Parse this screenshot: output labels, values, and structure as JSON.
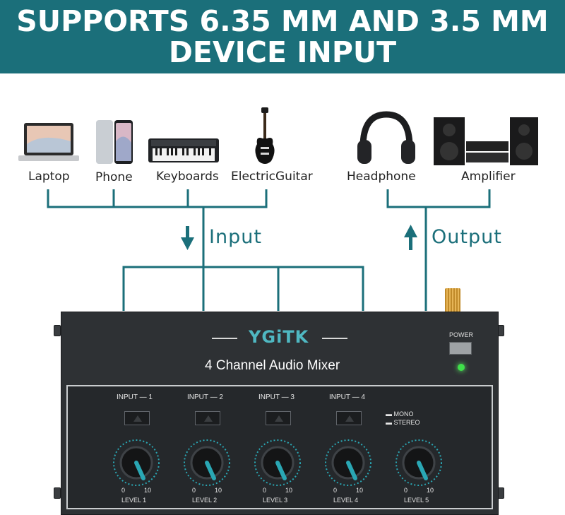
{
  "banner": {
    "line1": "SUPPORTS 6.35 MM AND 3.5 MM",
    "line2": "DEVICE INPUT"
  },
  "inputs": {
    "devices": [
      "Laptop",
      "Phone",
      "Keyboards",
      "ElectricGuitar"
    ],
    "flow_label": "Input"
  },
  "outputs": {
    "devices": [
      "Headphone",
      "Amplifier"
    ],
    "flow_label": "Output"
  },
  "mixer": {
    "brand": "YGiTK",
    "title": "4 Channel Audio Mixer",
    "power_label": "POWER",
    "input_labels": [
      "INPUT — 1",
      "INPUT — 2",
      "INPUT — 3",
      "INPUT — 4"
    ],
    "mode_mono": "MONO",
    "mode_stereo": "STEREO",
    "knob_min": "0",
    "knob_max": "10",
    "level_labels": [
      "LEVEL  1",
      "LEVEL  2",
      "LEVEL  3",
      "LEVEL  4",
      "LEVEL  5"
    ]
  },
  "colors": {
    "accent": "#1b6f7a",
    "mixer_body": "#2e3134",
    "knob_ring": "#2aa7b4",
    "led": "#3fe04a"
  }
}
